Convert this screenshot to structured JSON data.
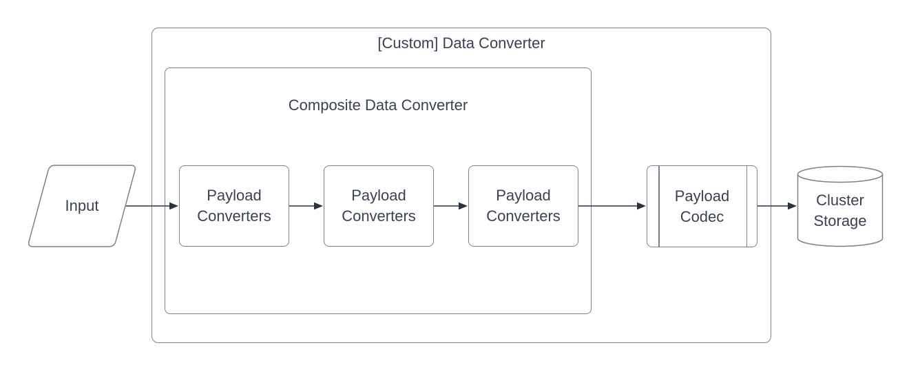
{
  "diagram": {
    "type": "flowchart",
    "outer_group": {
      "label": "[Custom] Data Converter"
    },
    "inner_group": {
      "label": "Composite Data Converter"
    },
    "nodes": {
      "input": {
        "label": "Input",
        "shape": "parallelogram"
      },
      "converters": [
        {
          "label": "Payload\nConverters"
        },
        {
          "label": "Payload\nConverters"
        },
        {
          "label": "Payload\nConverters"
        }
      ],
      "codec": {
        "label": "Payload\nCodec",
        "shape": "component"
      },
      "storage": {
        "label": "Cluster\nStorage",
        "shape": "cylinder"
      }
    },
    "edges": [
      {
        "from": "input",
        "to": "converter-1"
      },
      {
        "from": "converter-1",
        "to": "converter-2"
      },
      {
        "from": "converter-2",
        "to": "converter-3"
      },
      {
        "from": "converter-3",
        "to": "codec"
      },
      {
        "from": "codec",
        "to": "storage"
      }
    ],
    "colors": {
      "background": "#ffffff",
      "shape_border": "#79818c",
      "arrow": "#2a3342",
      "text": "#3a4150"
    }
  }
}
